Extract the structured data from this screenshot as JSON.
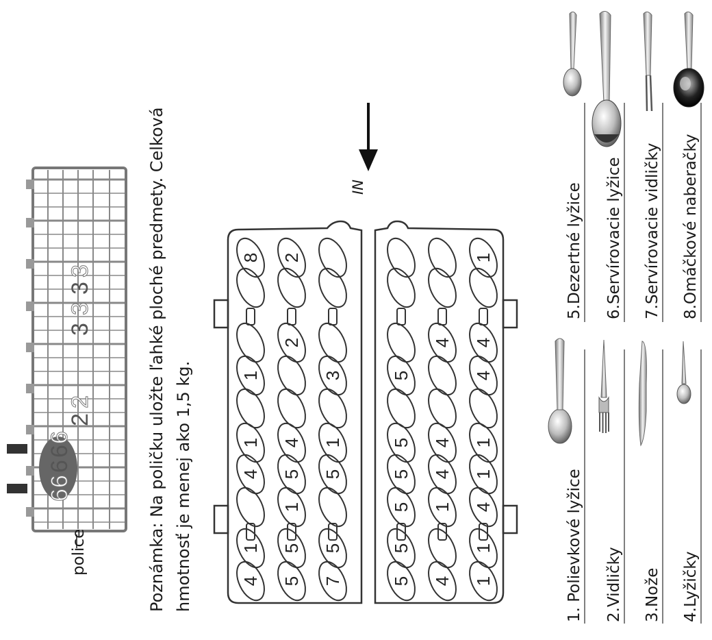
{
  "shelf_label": "police",
  "note": {
    "line1": "Poznámka: Na poličku uložte ľahké ploché predmety. Celková",
    "line2": "hmotnosť je menej ako 1,5 kg."
  },
  "arrow_label": "IN",
  "shelf_numbers": [
    {
      "digit": "6",
      "tone": "light"
    },
    {
      "digit": "6",
      "tone": "light"
    },
    {
      "digit": "6",
      "tone": "dark"
    },
    {
      "digit": "6",
      "tone": "dark"
    },
    {
      "digit": "6",
      "tone": "light"
    },
    {
      "digit": "2",
      "tone": "dark"
    },
    {
      "digit": "2",
      "tone": "light"
    },
    {
      "digit": "3",
      "tone": "dark"
    },
    {
      "digit": "3",
      "tone": "light"
    },
    {
      "digit": "3",
      "tone": "dark"
    },
    {
      "digit": "3",
      "tone": "light"
    }
  ],
  "basket_left": {
    "rows": [
      [
        "4",
        "1",
        "",
        "4",
        "1",
        "",
        "1",
        "",
        "",
        "8"
      ],
      [
        "5",
        "5",
        "1",
        "5",
        "4",
        "",
        "",
        "2",
        "",
        "2"
      ],
      [
        "7",
        "5",
        "",
        "5",
        "1",
        "",
        "3",
        "",
        "",
        ""
      ]
    ]
  },
  "basket_right": {
    "rows": [
      [
        "5",
        "5",
        "5",
        "5",
        "5",
        "",
        "5",
        "",
        "",
        ""
      ],
      [
        "4",
        "",
        "1",
        "4",
        "4",
        "",
        "",
        "4",
        "",
        ""
      ],
      [
        "1",
        "1",
        "4",
        "1",
        "1",
        "",
        "4",
        "4",
        "",
        "1"
      ]
    ]
  },
  "legend": [
    {
      "label": "1. Polievkové lyžice",
      "icon": "soup-spoon-icon"
    },
    {
      "label": "2.Vidličky",
      "icon": "fork-icon"
    },
    {
      "label": "3.Nože",
      "icon": "knife-icon"
    },
    {
      "label": "4.Lyžičky",
      "icon": "teaspoon-icon"
    },
    {
      "label": "5.Dezertné lyžice",
      "icon": "dessert-spoon-icon"
    },
    {
      "label": "6.Servírovacie lyžice",
      "icon": "serving-spoon-icon"
    },
    {
      "label": "7.Servírovacie vidličky",
      "icon": "serving-fork-icon"
    },
    {
      "label": "8.Omáčkové naberačky",
      "icon": "sauce-ladle-icon"
    }
  ]
}
